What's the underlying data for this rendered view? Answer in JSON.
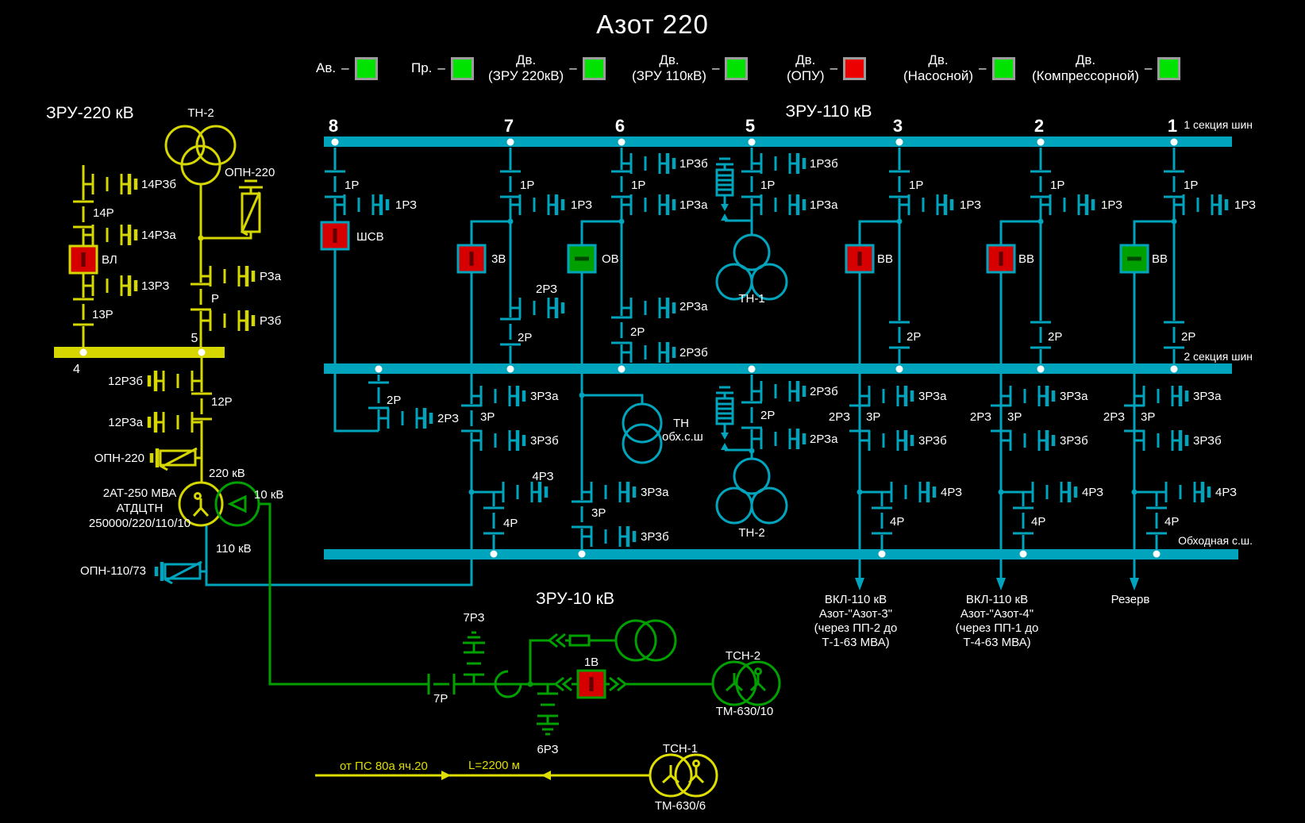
{
  "title": "Азот 220",
  "colors": {
    "background": "#000000",
    "text": "#ffffff",
    "cyan_110kv": "#00a5bd",
    "yellow_220kv": "#d6d600",
    "green_10kv": "#00a000",
    "breaker_closed": "#d60000",
    "breaker_open": "#00a000",
    "indicator_on": "#00e300",
    "indicator_alarm": "#ec0000"
  },
  "legend": {
    "items": [
      {
        "top": "",
        "bottom": "Ав.",
        "dash": "–",
        "state_class": "led green"
      },
      {
        "top": "",
        "bottom": "Пр.",
        "dash": "–",
        "state_class": "led green"
      },
      {
        "top": "Дв.",
        "bottom": "(ЗРУ 220кВ)",
        "dash": "–",
        "state_class": "led green"
      },
      {
        "top": "Дв.",
        "bottom": "(ЗРУ 110кВ)",
        "dash": "–",
        "state_class": "led green"
      },
      {
        "top": "Дв.",
        "bottom": "(ОПУ)",
        "dash": "–",
        "state_class": "led red"
      },
      {
        "top": "Дв.",
        "bottom": "(Насосной)",
        "dash": "–",
        "state_class": "led green"
      },
      {
        "top": "Дв.",
        "bottom": "(Компрессорной)",
        "dash": "–",
        "state_class": "led green"
      }
    ]
  },
  "zru220": {
    "header": "ЗРУ-220 кВ",
    "tn2_label": "ТН-2",
    "opn220_top": "ОПН-220",
    "rz14b": "14РЗб",
    "r14": "14Р",
    "rz14a": "14РЗа",
    "vl": "ВЛ",
    "vl_class": "brk on",
    "rz13": "13РЗ",
    "r13": "13Р",
    "rza": "РЗа",
    "r": "Р",
    "rzb": "РЗб",
    "bus_point4": "4",
    "bus_point5": "5",
    "rz12b": "12РЗб",
    "r12": "12Р",
    "rz12a": "12РЗа",
    "opn220_low": "ОПН-220",
    "kv220": "220 кВ",
    "at": {
      "line1": "2АТ-250 МВА",
      "line2": "АТДЦТН",
      "line3": "250000/220/110/10"
    },
    "kv10": "10 кВ",
    "kv110": "110 кВ",
    "opn110": "ОПН-110/73"
  },
  "zru110": {
    "header": "ЗРУ-110 кВ",
    "bus1_label": "1 секция шин",
    "bus2_label": "2 секция шин",
    "bypass_label": "Обходная с.ш.",
    "tn_bypass": {
      "line1": "ТН",
      "line2": "обх.с.ш"
    },
    "bays": {
      "b8": {
        "num": "8",
        "r1": "1Р",
        "rz1": "1РЗ",
        "brk": "ШСВ",
        "brk_class": "brk on",
        "r2": "2Р",
        "rz2": "2РЗ"
      },
      "b7": {
        "num": "7",
        "r1": "1Р",
        "rz1": "1РЗ",
        "brk": "3В",
        "brk_class": "brk on",
        "rz2": "2РЗ",
        "r2": "2Р",
        "rz3a": "3РЗа",
        "r3": "3Р",
        "rz3b": "3РЗб",
        "rz4": "4РЗ",
        "r4": "4Р"
      },
      "b6": {
        "num": "6",
        "rz1b": "1РЗб",
        "r1": "1Р",
        "rz1a": "1РЗа",
        "brk": "ОВ",
        "brk_class": "brk off",
        "rz2a": "2РЗа",
        "r2": "2Р",
        "rz2b": "2РЗб",
        "rz3a": "3РЗа",
        "r3": "3Р",
        "rz3b": "3РЗб"
      },
      "b5": {
        "num": "5",
        "rz1b": "1РЗб",
        "r1": "1Р",
        "rz1a": "1РЗа",
        "tn1": "ТН-1",
        "rz2b": "2РЗб",
        "r2": "2Р",
        "rz2a": "2РЗа",
        "tn2": "ТН-2"
      },
      "b3": {
        "num": "3",
        "r1": "1Р",
        "rz1": "1РЗ",
        "brk": "ВВ",
        "brk_class": "brk on",
        "r2": "2Р",
        "rz3a": "3РЗа",
        "rz2": "2РЗ",
        "r3": "3Р",
        "rz3b": "3РЗб",
        "rz4": "4РЗ",
        "r4": "4Р"
      },
      "b2": {
        "num": "2",
        "r1": "1Р",
        "rz1": "1РЗ",
        "brk": "ВВ",
        "brk_class": "brk on",
        "r2": "2Р",
        "rz3a": "3РЗа",
        "rz2": "2РЗ",
        "r3": "3Р",
        "rz3b": "3РЗб",
        "rz4": "4РЗ",
        "r4": "4Р"
      },
      "b1": {
        "num": "1",
        "r1": "1Р",
        "rz1": "1РЗ",
        "brk": "ВВ",
        "brk_class": "brk off",
        "r2": "2Р",
        "rz3a": "3РЗа",
        "rz2": "2РЗ",
        "r3": "3Р",
        "rz3b": "3РЗб",
        "rz4": "4РЗ",
        "r4": "4Р"
      }
    },
    "feeders": {
      "f3": {
        "lines": [
          "ВКЛ-110 кВ",
          "Азот-\"Азот-3\"",
          "(через ПП-2 до",
          "Т-1-63 МВА)"
        ]
      },
      "f2": {
        "lines": [
          "ВКЛ-110 кВ",
          "Азот-\"Азот-4\"",
          "(через ПП-1 до",
          "Т-4-63 МВА)"
        ]
      },
      "f1": {
        "label": "Резерв"
      }
    }
  },
  "zru10": {
    "header": "ЗРУ-10 кВ",
    "rz7": "7РЗ",
    "r7": "7Р",
    "rz6": "6РЗ",
    "v1": "1В",
    "v1_class": "brk on",
    "tsn2": "ТСН-2",
    "tsn2_type": "ТМ-630/10"
  },
  "incoming": {
    "from_label": "от ПС 80а яч.20",
    "length_label": "L=2200 м",
    "tsn1": "ТСН-1",
    "tsn1_type": "ТМ-630/6"
  }
}
